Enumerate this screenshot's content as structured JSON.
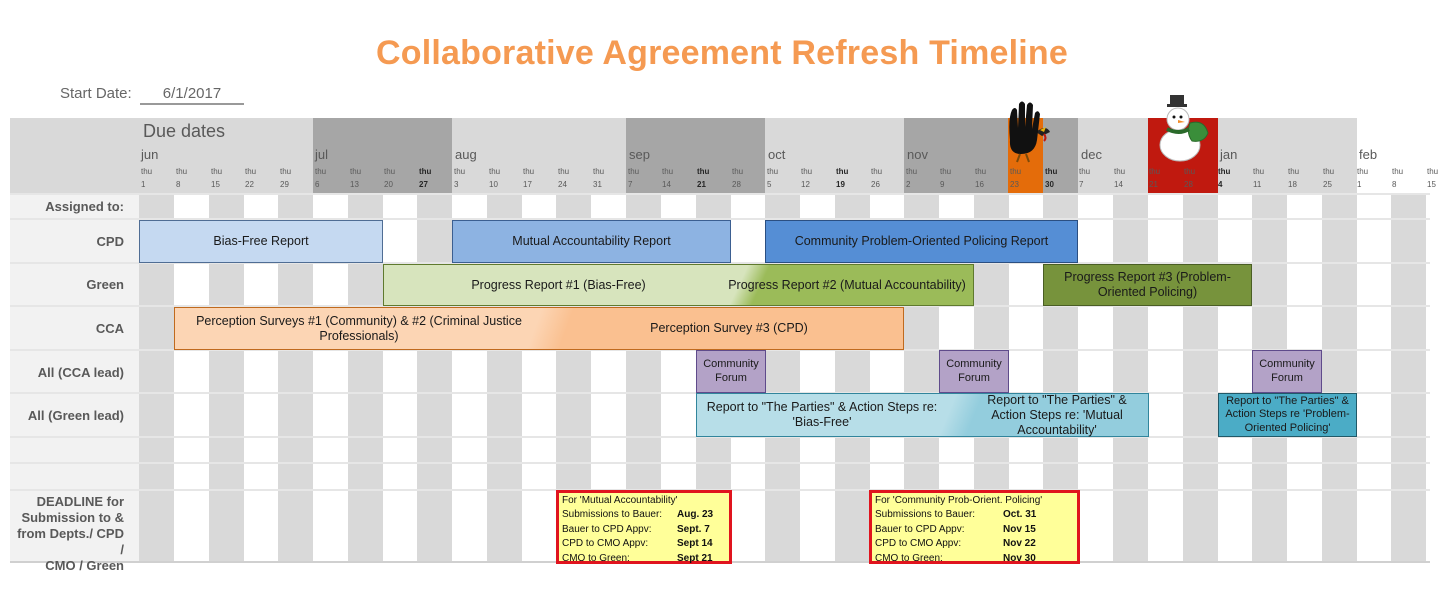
{
  "title": "Collaborative Agreement Refresh Timeline",
  "start_date_label": "Start Date:",
  "start_date_value": "6/1/2017",
  "due_dates_label": "Due dates",
  "weekday_label": "thu",
  "months": [
    "jun",
    "jul",
    "aug",
    "sep",
    "oct",
    "nov",
    "dec",
    "jan",
    "feb"
  ],
  "days": [
    "1",
    "8",
    "15",
    "22",
    "29",
    "6",
    "13",
    "20",
    "27",
    "3",
    "10",
    "17",
    "24",
    "31",
    "7",
    "14",
    "21",
    "28",
    "5",
    "12",
    "19",
    "26",
    "2",
    "9",
    "16",
    "23",
    "30",
    "7",
    "14",
    "21",
    "28",
    "4",
    "11",
    "18",
    "25",
    "1",
    "8",
    "15"
  ],
  "bold_day_indices": [
    8,
    16,
    20,
    26,
    31
  ],
  "rows": {
    "assigned": "Assigned to:",
    "cpd": "CPD",
    "green": "Green",
    "cca": "CCA",
    "all_cca": "All (CCA lead)",
    "all_green": "All (Green lead)",
    "deadline": [
      "DEADLINE for",
      "Submission to &",
      "from Depts./ CPD /",
      "CMO / Green"
    ]
  },
  "bars": {
    "bias_free_report": "Bias-Free Report",
    "mutual_accountability_report": "Mutual Accountability Report",
    "copp_report": "Community Problem-Oriented Policing Report",
    "progress_1": "Progress Report #1 (Bias-Free)",
    "progress_2": "Progress Report #2 (Mutual Accountability)",
    "progress_3": "Progress Report #3 (Problem-Oriented Policing)",
    "perception_1_2": "Perception Surveys #1 (Community) & #2 (Criminal Justice Professionals)",
    "perception_3": "Perception Survey #3 (CPD)",
    "forum_1": "Community Forum",
    "forum_2": "Community Forum",
    "forum_3": "Community Forum",
    "parties_bias_free": "Report to \"The Parties\" & Action Steps re: 'Bias-Free'",
    "parties_mutual": "Report to \"The Parties\" & Action Steps re: 'Mutual Accountability'",
    "parties_pop": "Report to \"The Parties\" & Action Steps re 'Problem-Oriented Policing'"
  },
  "deadline_boxes": [
    {
      "heading": "For 'Mutual Accountability'",
      "lines": [
        {
          "label": "Submissions to Bauer:",
          "value": "Aug. 23"
        },
        {
          "label": "Bauer to CPD Appv:",
          "value": "Sept. 7"
        },
        {
          "label": "CPD to CMO Appv:",
          "value": "Sept 14"
        },
        {
          "label": "CMO to Green:",
          "value": "Sept 21"
        }
      ]
    },
    {
      "heading": "For 'Community Prob-Orient. Policing'",
      "lines": [
        {
          "label": "Submissions to Bauer:",
          "value": "Oct. 31"
        },
        {
          "label": "Bauer to CPD Appv:",
          "value": "Nov 15"
        },
        {
          "label": "CPD to CMO Appv:",
          "value": "Nov 22"
        },
        {
          "label": "CMO to Green:",
          "value": "Nov 30"
        }
      ]
    }
  ],
  "icons": [
    "turkey-hand-icon",
    "snowman-icon"
  ],
  "colors": {
    "title": "#f59a52",
    "bias_free": "#c5d9f1",
    "mutual": "#8db3e2",
    "copp": "#558ed5",
    "progress_1": "#d7e4bd",
    "progress_2": "#9bbb59",
    "progress_3": "#77933c",
    "perception_light": "#fcd5b4",
    "perception": "#fac090",
    "forum": "#b3a2c7",
    "parties_1": "#b7dee8",
    "parties_2": "#93cddd",
    "parties_3": "#4bacc6",
    "thanksgiving": "#e46c0a",
    "christmas": "#c0190f",
    "deadline_bg": "#ffff99",
    "deadline_border": "#e0141e"
  }
}
